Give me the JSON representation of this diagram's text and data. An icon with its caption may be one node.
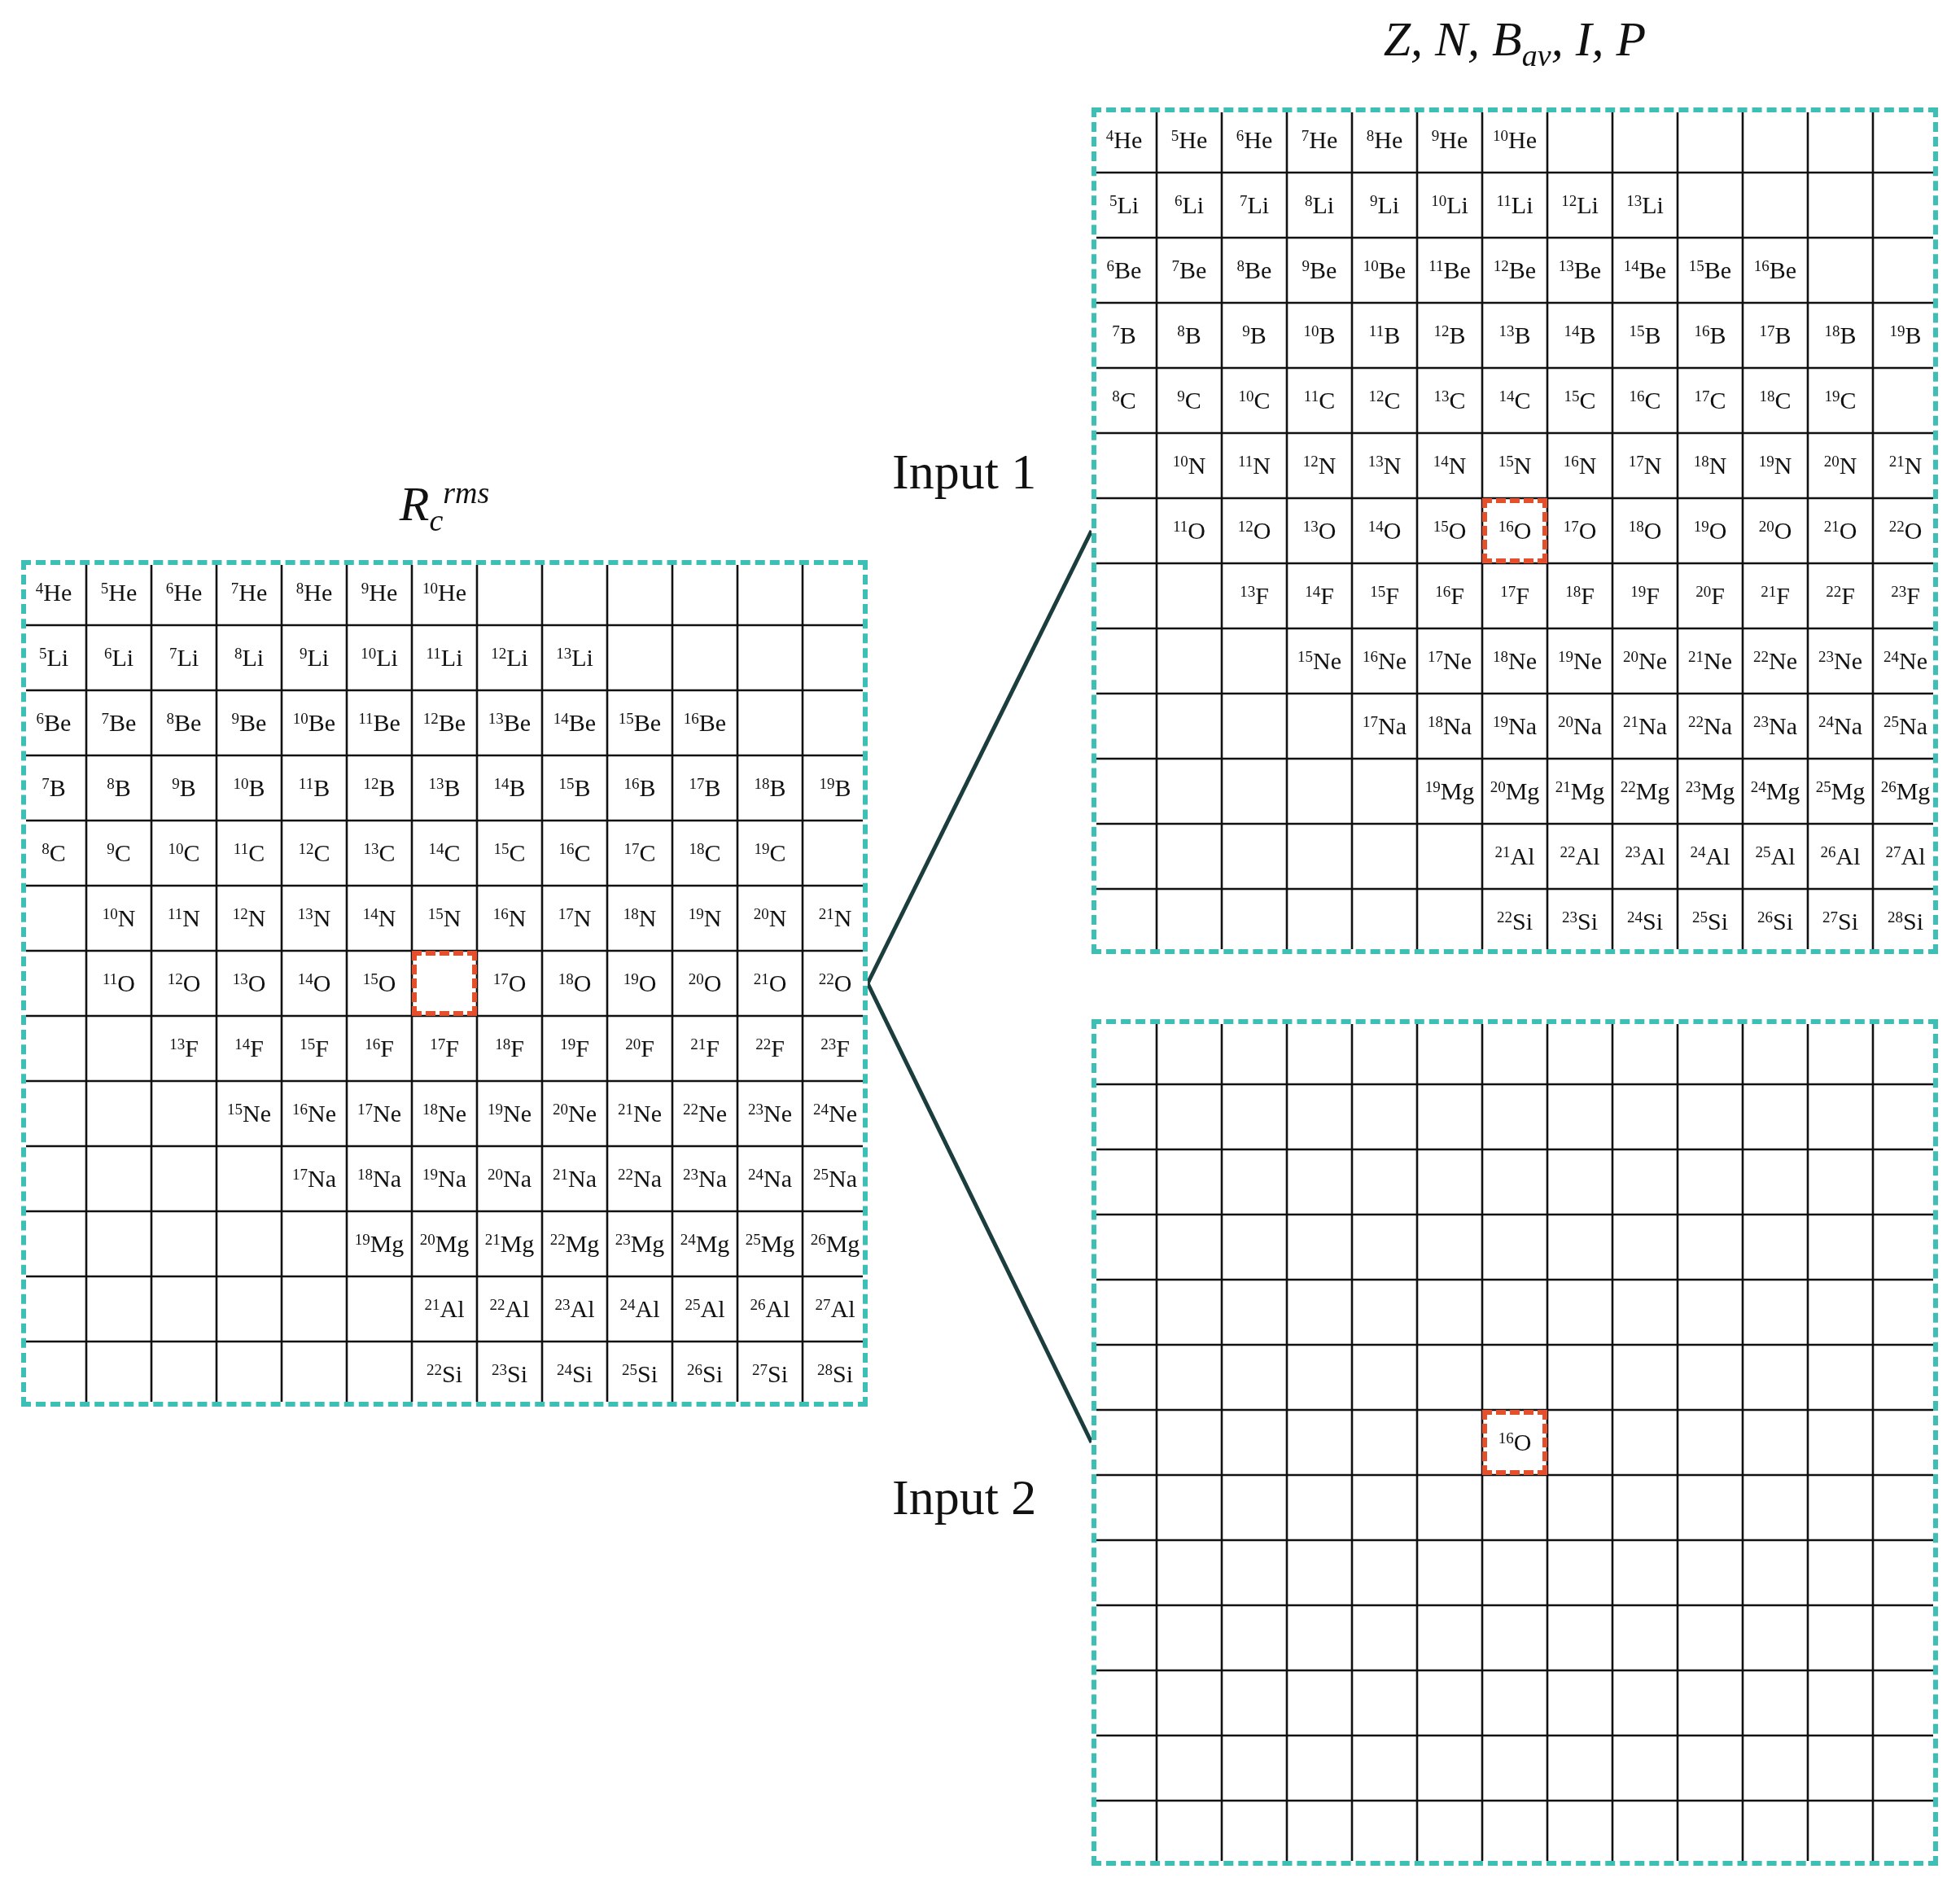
{
  "diagram": {
    "nodes": [
      {
        "text": [
          "R$_{c}$$^{rms}$"
        ]
      },
      {
        "text": [
          "Z, N, B$_{av}$, I, P"
        ],
        "beside": [
          "Input 1"
        ]
      },
      {
        "text": [],
        "shape": "box",
        "beside": [
          "Input 2"
        ]
      }
    ],
    "edges": [
      {
        "from": 0,
        "to": 1,
        "arrow": "none"
      },
      {
        "from": 0,
        "to": 2,
        "arrow": "none"
      }
    ],
    "labels": [
      "$^{4}$He",
      "$^{5}$He",
      "$^{6}$He",
      "$^{7}$He",
      "$^{8}$He",
      "$^{9}$He",
      "$^{10}$He",
      "$^{5}$Li",
      "$^{6}$Li",
      "$^{7}$Li",
      "$^{8}$Li",
      "$^{9}$Li",
      "$^{10}$Li",
      "$^{11}$Li",
      "$^{12}$Li",
      "$^{13}$Li",
      "$^{6}$Be",
      "$^{7}$Be",
      "$^{8}$Be",
      "$^{9}$Be",
      "$^{10}$Be",
      "$^{11}$Be",
      "$^{12}$Be",
      "$^{13}$Be",
      "$^{14}$Be",
      "$^{15}$Be",
      "$^{16}$Be",
      "$^{7}$B",
      "$^{8}$B",
      "$^{9}$B",
      "$^{10}$B",
      "$^{11}$B",
      "$^{12}$B",
      "$^{13}$B",
      "$^{14}$B",
      "$^{15}$B",
      "$^{16}$B",
      "$^{17}$B",
      "$^{18}$B",
      "$^{19}$B",
      "$^{8}$C",
      "$^{9}$C",
      "$^{10}$C",
      "$^{11}$C",
      "$^{12}$C",
      "$^{13}$C",
      "$^{14}$C",
      "$^{15}$C",
      "$^{16}$C",
      "$^{17}$C",
      "$^{18}$C",
      "$^{19}$C",
      "$^{10}$N",
      "$^{11}$N",
      "$^{12}$N",
      "$^{13}$N",
      "$^{14}$N",
      "$^{15}$N",
      "$^{16}$N",
      "$^{17}$N",
      "$^{18}$N",
      "$^{19}$N",
      "$^{20}$N",
      "$^{21}$N",
      "$^{11}$O",
      "$^{12}$O",
      "$^{13}$O",
      "$^{14}$O",
      "$^{15}$O",
      "$^{17}$O",
      "$^{18}$O",
      "$^{19}$O",
      "$^{20}$O",
      "$^{21}$O",
      "$^{22}$O",
      "$^{13}$F",
      "$^{14}$F",
      "$^{15}$F",
      "$^{16}$F",
      "$^{17}$F",
      "$^{18}$F",
      "$^{19}$F",
      "$^{20}$F",
      "$^{21}$F",
      "$^{22}$F",
      "$^{23}$F",
      "$^{15}$Ne",
      "$^{16}$Ne",
      "$^{17}$Ne",
      "$^{18}$Ne",
      "$^{19}$Ne",
      "$^{20}$Ne",
      "$^{21}$Ne",
      "$^{22}$Ne",
      "$^{23}$Ne",
      "$^{24}$Ne",
      "$^{17}$Na",
      "$^{18}$Na",
      "$^{19}$Na",
      "$^{20}$Na",
      "$^{21}$Na",
      "$^{22}$Na",
      "$^{23}$Na",
      "$^{24}$Na",
      "$^{25}$Na",
      "$^{19}$Mg",
      "$^{20}$Mg",
      "$^{21}$Mg",
      "$^{22}$Mg",
      "$^{23}$Mg",
      "$^{24}$Mg",
      "$^{25}$Mg",
      "$^{26}$Mg",
      "$^{21}$Al",
      "$^{22}$Al",
      "$^{23}$Al",
      "$^{24}$Al",
      "$^{25}$Al",
      "$^{26}$Al",
      "$^{27}$Al",
      "$^{22}$Si",
      "$^{23}$Si",
      "$^{24}$Si",
      "$^{25}$Si",
      "$^{26}$Si",
      "$^{27}$Si",
      "$^{28}$Si",
      "$^{4}$He",
      "$^{5}$He",
      "$^{6}$He",
      "$^{7}$He",
      "$^{8}$He",
      "$^{9}$He",
      "$^{10}$He",
      "$^{5}$Li",
      "$^{6}$Li",
      "$^{7}$Li",
      "$^{8}$Li",
      "$^{9}$Li",
      "$^{10}$Li",
      "$^{11}$Li",
      "$^{12}$Li",
      "$^{13}$Li",
      "$^{6}$Be",
      "$^{7}$Be",
      "$^{8}$Be",
      "$^{9}$Be",
      "$^{10}$Be",
      "$^{11}$Be",
      "$^{12}$Be",
      "$^{13}$Be",
      "$^{14}$Be",
      "$^{15}$Be",
      "$^{16}$Be",
      "$^{7}$B",
      "$^{8}$B",
      "$^{9}$B",
      "$^{10}$B",
      "$^{11}$B",
      "$^{12}$B",
      "$^{13}$B",
      "$^{14}$B",
      "$^{15}$B",
      "$^{16}$B",
      "$^{17}$B",
      "$^{18}$B",
      "$^{19}$B",
      "$^{8}$C",
      "$^{9}$C",
      "$^{10}$C",
      "$^{11}$C",
      "$^{12}$C",
      "$^{13}$C",
      "$^{14}$C",
      "$^{15}$C",
      "$^{16}$C",
      "$^{17}$C",
      "$^{18}$C",
      "$^{19}$C",
      "$^{10}$N",
      "$^{11}$N",
      "$^{12}$N",
      "$^{13}$N",
      "$^{14}$N",
      "$^{15}$N",
      "$^{16}$N",
      "$^{17}$N",
      "$^{18}$N",
      "$^{19}$N",
      "$^{20}$N",
      "$^{21}$N",
      "$^{11}$O",
      "$^{12}$O",
      "$^{13}$O",
      "$^{14}$O",
      "$^{15}$O",
      "$^{16}$O",
      "$^{17}$O",
      "$^{18}$O",
      "$^{19}$O",
      "$^{20}$O",
      "$^{21}$O",
      "$^{22}$O",
      "$^{13}$F",
      "$^{14}$F",
      "$^{15}$F",
      "$^{16}$F",
      "$^{17}$F",
      "$^{18}$F",
      "$^{19}$F",
      "$^{20}$F",
      "$^{21}$F",
      "$^{22}$F",
      "$^{23}$F",
      "$^{15}$Ne",
      "$^{16}$Ne",
      "$^{17}$Ne",
      "$^{18}$Ne",
      "$^{19}$Ne",
      "$^{20}$Ne",
      "$^{21}$Ne",
      "$^{22}$Ne",
      "$^{23}$Ne",
      "$^{24}$Ne",
      "$^{17}$Na",
      "$^{18}$Na",
      "$^{19}$Na",
      "$^{20}$Na",
      "$^{21}$Na",
      "$^{22}$Na",
      "$^{23}$Na",
      "$^{24}$Na",
      "$^{25}$Na",
      "$^{19}$Mg",
      "$^{20}$Mg",
      "$^{21}$Mg",
      "$^{22}$Mg",
      "$^{23}$Mg",
      "$^{24}$Mg",
      "$^{25}$Mg",
      "$^{26}$Mg",
      "$^{21}$Al",
      "$^{22}$Al",
      "$^{23}$Al",
      "$^{24}$Al",
      "$^{25}$Al",
      "$^{26}$Al",
      "$^{27}$Al",
      "$^{22}$Si",
      "$^{23}$Si",
      "$^{24}$Si",
      "$^{25}$Si",
      "$^{26}$Si",
      "$^{27}$Si",
      "$^{28}$Si",
      "$^{16}$O"
    ]
  }
}
